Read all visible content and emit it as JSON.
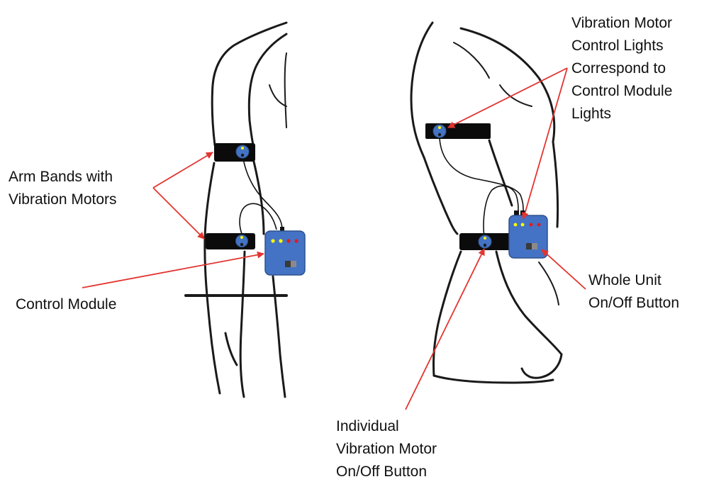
{
  "colors": {
    "module": "#4472c4",
    "module_edge": "#2f528f",
    "band": "#0b0b0b",
    "motor": "#4472c4",
    "led_yellow": "#ffff00",
    "led_red": "#e31a1c",
    "arrow": "#e3342f",
    "sketch": "#1a1a1a"
  },
  "icons": {
    "control_module": "blue-box-with-leds",
    "arm_band": "black-strap-with-motor",
    "vibration_motor": "blue-circle-with-led"
  },
  "labels": {
    "arm_bands": [
      "Arm Bands with",
      "Vibration Motors"
    ],
    "control_module": [
      "Control Module"
    ],
    "lights": [
      "Vibration Motor",
      "Control Lights",
      "Correspond to",
      "Control Module",
      "Lights"
    ],
    "whole_unit": [
      "Whole Unit",
      "On/Off Button"
    ],
    "individual": [
      "Individual",
      "Vibration Motor",
      "On/Off Button"
    ]
  }
}
